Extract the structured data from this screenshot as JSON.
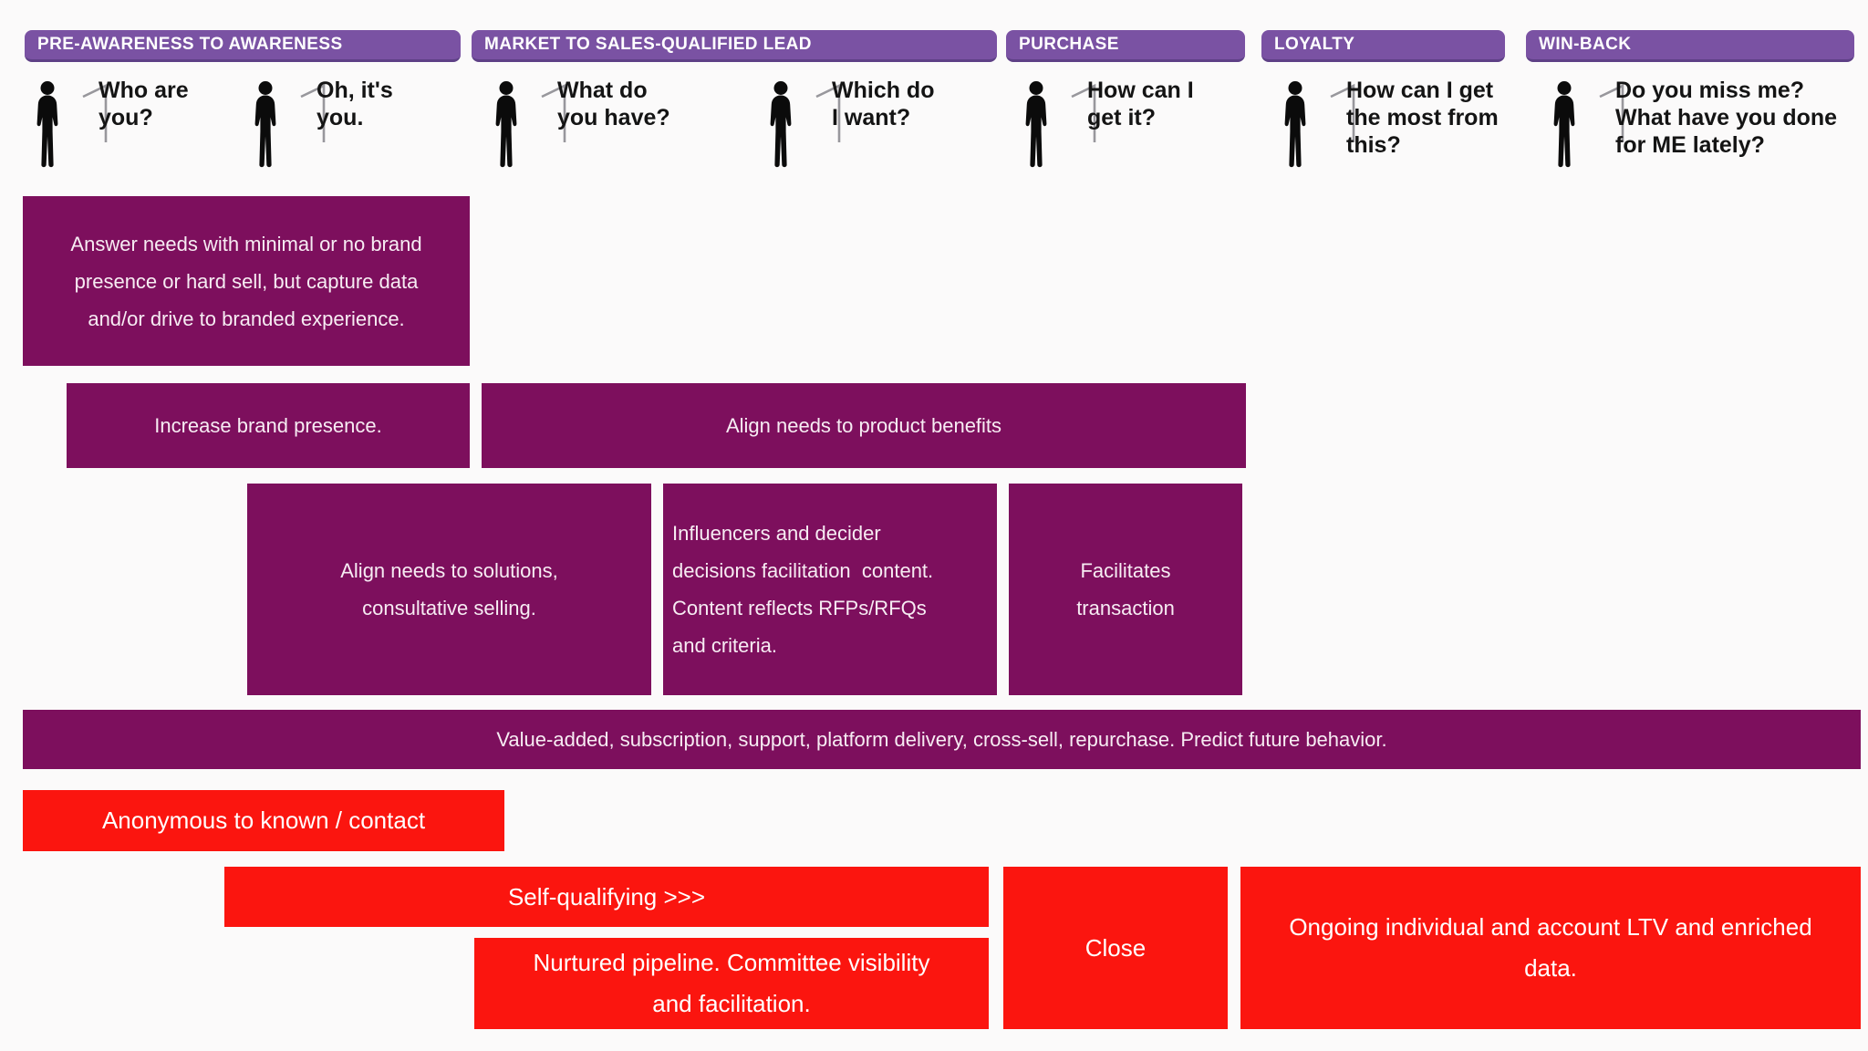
{
  "colors": {
    "background": "#fbfafa",
    "stage_header": "#7a52a3",
    "stage_header_shadow": "#5e4086",
    "header_text": "#ffffff",
    "purple_box": "#7d0f5d",
    "box_text": "#f7ecf3",
    "red_box": "#fb150f",
    "red_box_text": "#ffffff",
    "question_text": "#141414",
    "callout_line": "#98979c"
  },
  "stages": [
    {
      "label": "PRE-AWARENESS TO AWARENESS"
    },
    {
      "label": "MARKET TO SALES-QUALIFIED LEAD"
    },
    {
      "label": "PURCHASE"
    },
    {
      "label": "LOYALTY"
    },
    {
      "label": "WIN-BACK"
    }
  ],
  "personas": [
    {
      "question": "Who are\nyou?"
    },
    {
      "question": "Oh, it's\nyou."
    },
    {
      "question": "What do\nyou have?"
    },
    {
      "question": "Which do\nI want?"
    },
    {
      "question": "How can I\nget it?"
    },
    {
      "question": "How can I get\nthe most from\nthis?"
    },
    {
      "question": "Do you miss me?\nWhat have you done\nfor ME lately?"
    }
  ],
  "purple_boxes": [
    {
      "text": "Answer needs with minimal or no brand\npresence or hard sell, but capture data\nand/or drive to branded experience."
    },
    {
      "text": "Increase brand presence."
    },
    {
      "text": "Align needs to product benefits"
    },
    {
      "text": "Align needs to solutions,\nconsultative selling."
    },
    {
      "text": "Influencers and decider\ndecisions facilitation  content.\nContent reflects RFPs/RFQs\nand criteria."
    },
    {
      "text": "Facilitates\ntransaction"
    },
    {
      "text": "Value-added, subscription, support, platform delivery, cross-sell, repurchase. Predict future behavior."
    }
  ],
  "red_boxes": [
    {
      "text": "Anonymous to known / contact"
    },
    {
      "text": "Self-qualifying >>>"
    },
    {
      "text": "Nurtured pipeline. Committee visibility\nand facilitation."
    },
    {
      "text": "Close"
    },
    {
      "text": "Ongoing individual and account LTV and enriched\ndata."
    }
  ]
}
